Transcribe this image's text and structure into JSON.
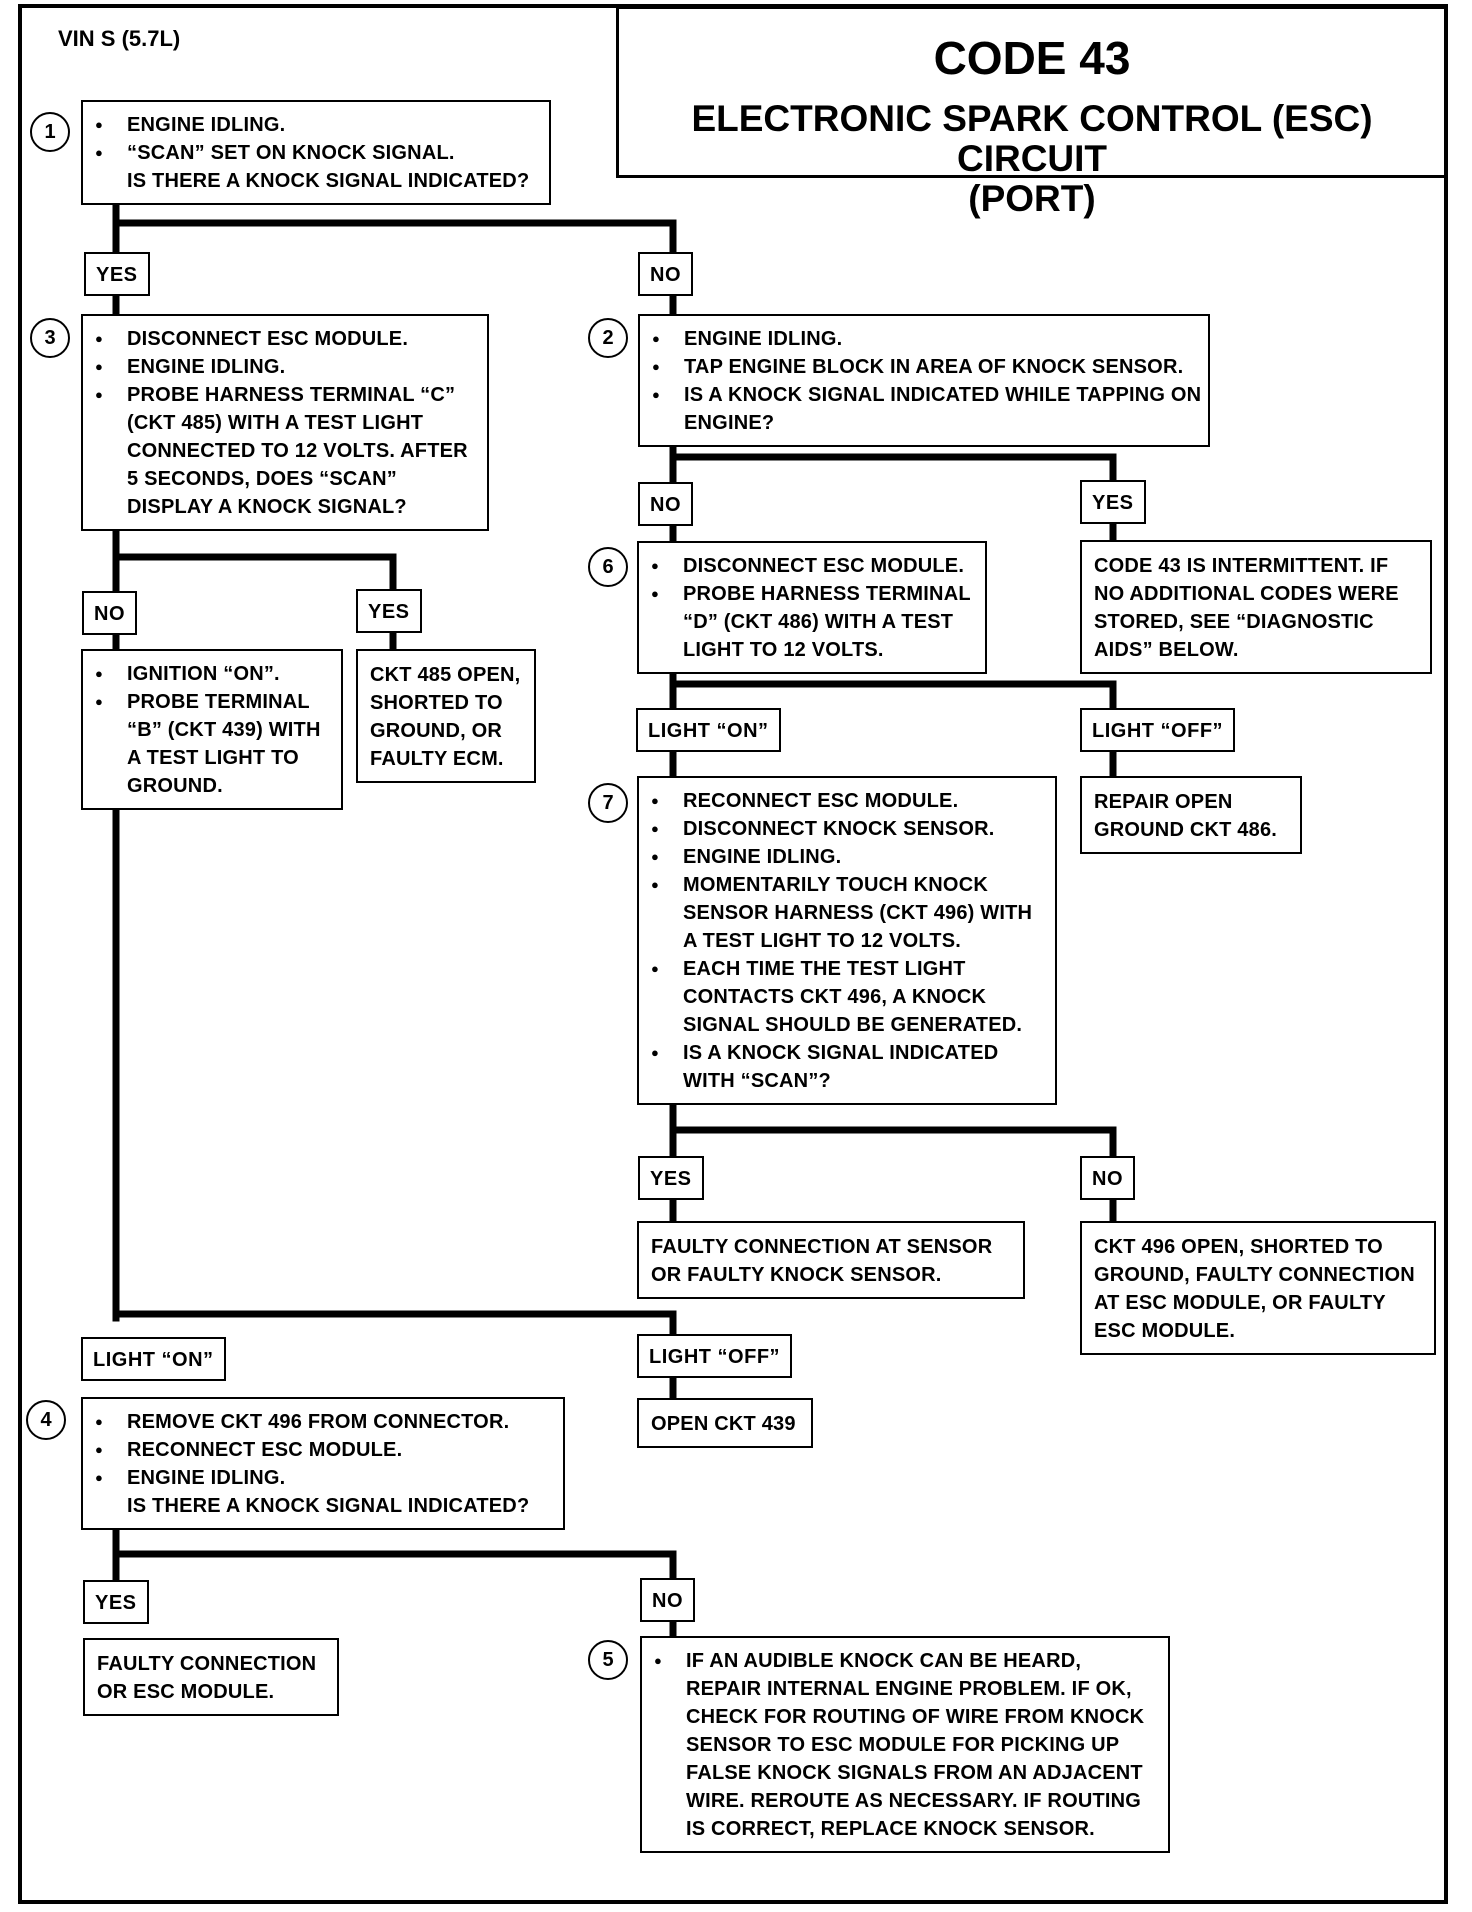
{
  "header": {
    "vin": "VIN S (5.7L)",
    "code": "CODE 43",
    "title_line1": "ELECTRONIC SPARK CONTROL (ESC) CIRCUIT",
    "title_line2": "(PORT)"
  },
  "steps": {
    "s1": {
      "num": "1",
      "bullets": [
        "ENGINE IDLING.",
        "“SCAN” SET ON KNOCK SIGNAL."
      ],
      "question": "IS THERE A KNOCK SIGNAL INDICATED?"
    },
    "s2": {
      "num": "2",
      "bullets": [
        "ENGINE IDLING.",
        "TAP ENGINE BLOCK IN AREA OF KNOCK SENSOR.",
        "IS A KNOCK SIGNAL INDICATED WHILE TAPPING ON ENGINE?"
      ]
    },
    "s3": {
      "num": "3",
      "bullets": [
        "DISCONNECT ESC MODULE.",
        "ENGINE IDLING.",
        "PROBE HARNESS TERMINAL “C” (CKT 485) WITH A TEST LIGHT CONNECTED TO 12 VOLTS. AFTER 5 SECONDS, DOES “SCAN” DISPLAY A KNOCK SIGNAL?"
      ]
    },
    "s3no": {
      "bullets": [
        "IGNITION “ON”.",
        "PROBE TERMINAL “B” (CKT 439) WITH A TEST LIGHT TO GROUND."
      ]
    },
    "s4": {
      "num": "4",
      "bullets": [
        "REMOVE CKT 496 FROM CONNECTOR.",
        "RECONNECT ESC MODULE.",
        "ENGINE IDLING."
      ],
      "question": "IS THERE A KNOCK SIGNAL INDICATED?"
    },
    "s5": {
      "num": "5",
      "bullets": [
        "IF AN AUDIBLE KNOCK CAN BE HEARD, REPAIR INTERNAL ENGINE PROBLEM.  IF OK, CHECK FOR ROUTING OF WIRE FROM KNOCK SENSOR TO ESC MODULE FOR PICKING UP FALSE KNOCK SIGNALS FROM AN ADJACENT WIRE.  REROUTE AS NECESSARY.  IF ROUTING IS CORRECT, REPLACE KNOCK SENSOR."
      ]
    },
    "s6": {
      "num": "6",
      "bullets": [
        "DISCONNECT ESC MODULE.",
        "PROBE HARNESS TERMINAL “D” (CKT 486) WITH A TEST LIGHT TO 12 VOLTS."
      ]
    },
    "s7": {
      "num": "7",
      "bullets": [
        "RECONNECT ESC MODULE.",
        "DISCONNECT KNOCK SENSOR.",
        "ENGINE IDLING.",
        "MOMENTARILY TOUCH KNOCK SENSOR HARNESS (CKT 496) WITH A TEST LIGHT TO 12 VOLTS.",
        "EACH TIME THE TEST LIGHT CONTACTS CKT 496, A KNOCK SIGNAL SHOULD BE GENERATED.",
        "IS A KNOCK SIGNAL INDICATED WITH “SCAN”?"
      ]
    }
  },
  "results": {
    "ckt485": "CKT 485 OPEN, SHORTED TO GROUND, OR FAULTY ECM.",
    "intermittent": "CODE 43 IS INTERMITTENT.  IF NO ADDITIONAL CODES WERE STORED, SEE “DIAGNOSTIC AIDS” BELOW.",
    "repair486": "REPAIR OPEN GROUND CKT 486.",
    "faultySensor": "FAULTY CONNECTION AT SENSOR OR FAULTY KNOCK SENSOR.",
    "ckt496": "CKT 496 OPEN, SHORTED TO GROUND, FAULTY CONNECTION AT ESC MODULE, OR FAULTY ESC MODULE.",
    "open439": "OPEN CKT 439",
    "faultyConn": "FAULTY CONNECTION OR ESC MODULE."
  },
  "labels": {
    "yes": "YES",
    "no": "NO",
    "light_on": "LIGHT “ON”",
    "light_off": "LIGHT “OFF”"
  }
}
